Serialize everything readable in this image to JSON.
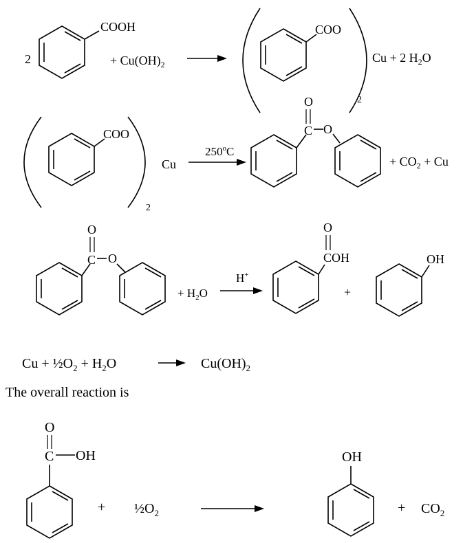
{
  "reaction1": {
    "coefficient": "2",
    "reactant_group": "COOH",
    "plus_reagent": "+ Cu(OH)",
    "reagent_sub": "2",
    "product_group": "COO",
    "product_tail": "Cu + 2 H",
    "product_tail_sub": "2",
    "product_tail_end": "O",
    "bracket_sub": "2"
  },
  "reaction2": {
    "reactant_group": "COO",
    "reactant_metal": "Cu",
    "bracket_sub": "2",
    "condition": "250",
    "condition_deg": "o",
    "condition_unit": "C",
    "carbonyl_O": "O",
    "carbonyl_C": "C",
    "ester_O": "O",
    "products_a": "+ CO",
    "products_sub": "2",
    "products_b": " + Cu"
  },
  "reaction3": {
    "carbonyl_O": "O",
    "carbonyl_C": "C",
    "ester_O": "O",
    "plus_water": "+ H",
    "water_sub": "2",
    "water_end": "O",
    "catalyst": "H",
    "catalyst_sup": "+",
    "acid_O": "O",
    "acid_group": "COH",
    "plus": "+",
    "phenol_group": "OH"
  },
  "reaction4": {
    "lhs": "Cu + ½O",
    "lhs_sub": "2",
    "lhs_end": " + H",
    "lhs_sub2": "2",
    "lhs_end2": "O",
    "rhs": "Cu(OH)",
    "rhs_sub": "2"
  },
  "overall_text": "The overall reaction is",
  "overall": {
    "carbonyl_O": "O",
    "carbonyl_C": "C",
    "hydroxyl": "OH",
    "plus1": "+",
    "oxygen": "½O",
    "oxygen_sub": "2",
    "phenol_group": "OH",
    "plus2": "+",
    "co2": "CO",
    "co2_sub": "2"
  }
}
